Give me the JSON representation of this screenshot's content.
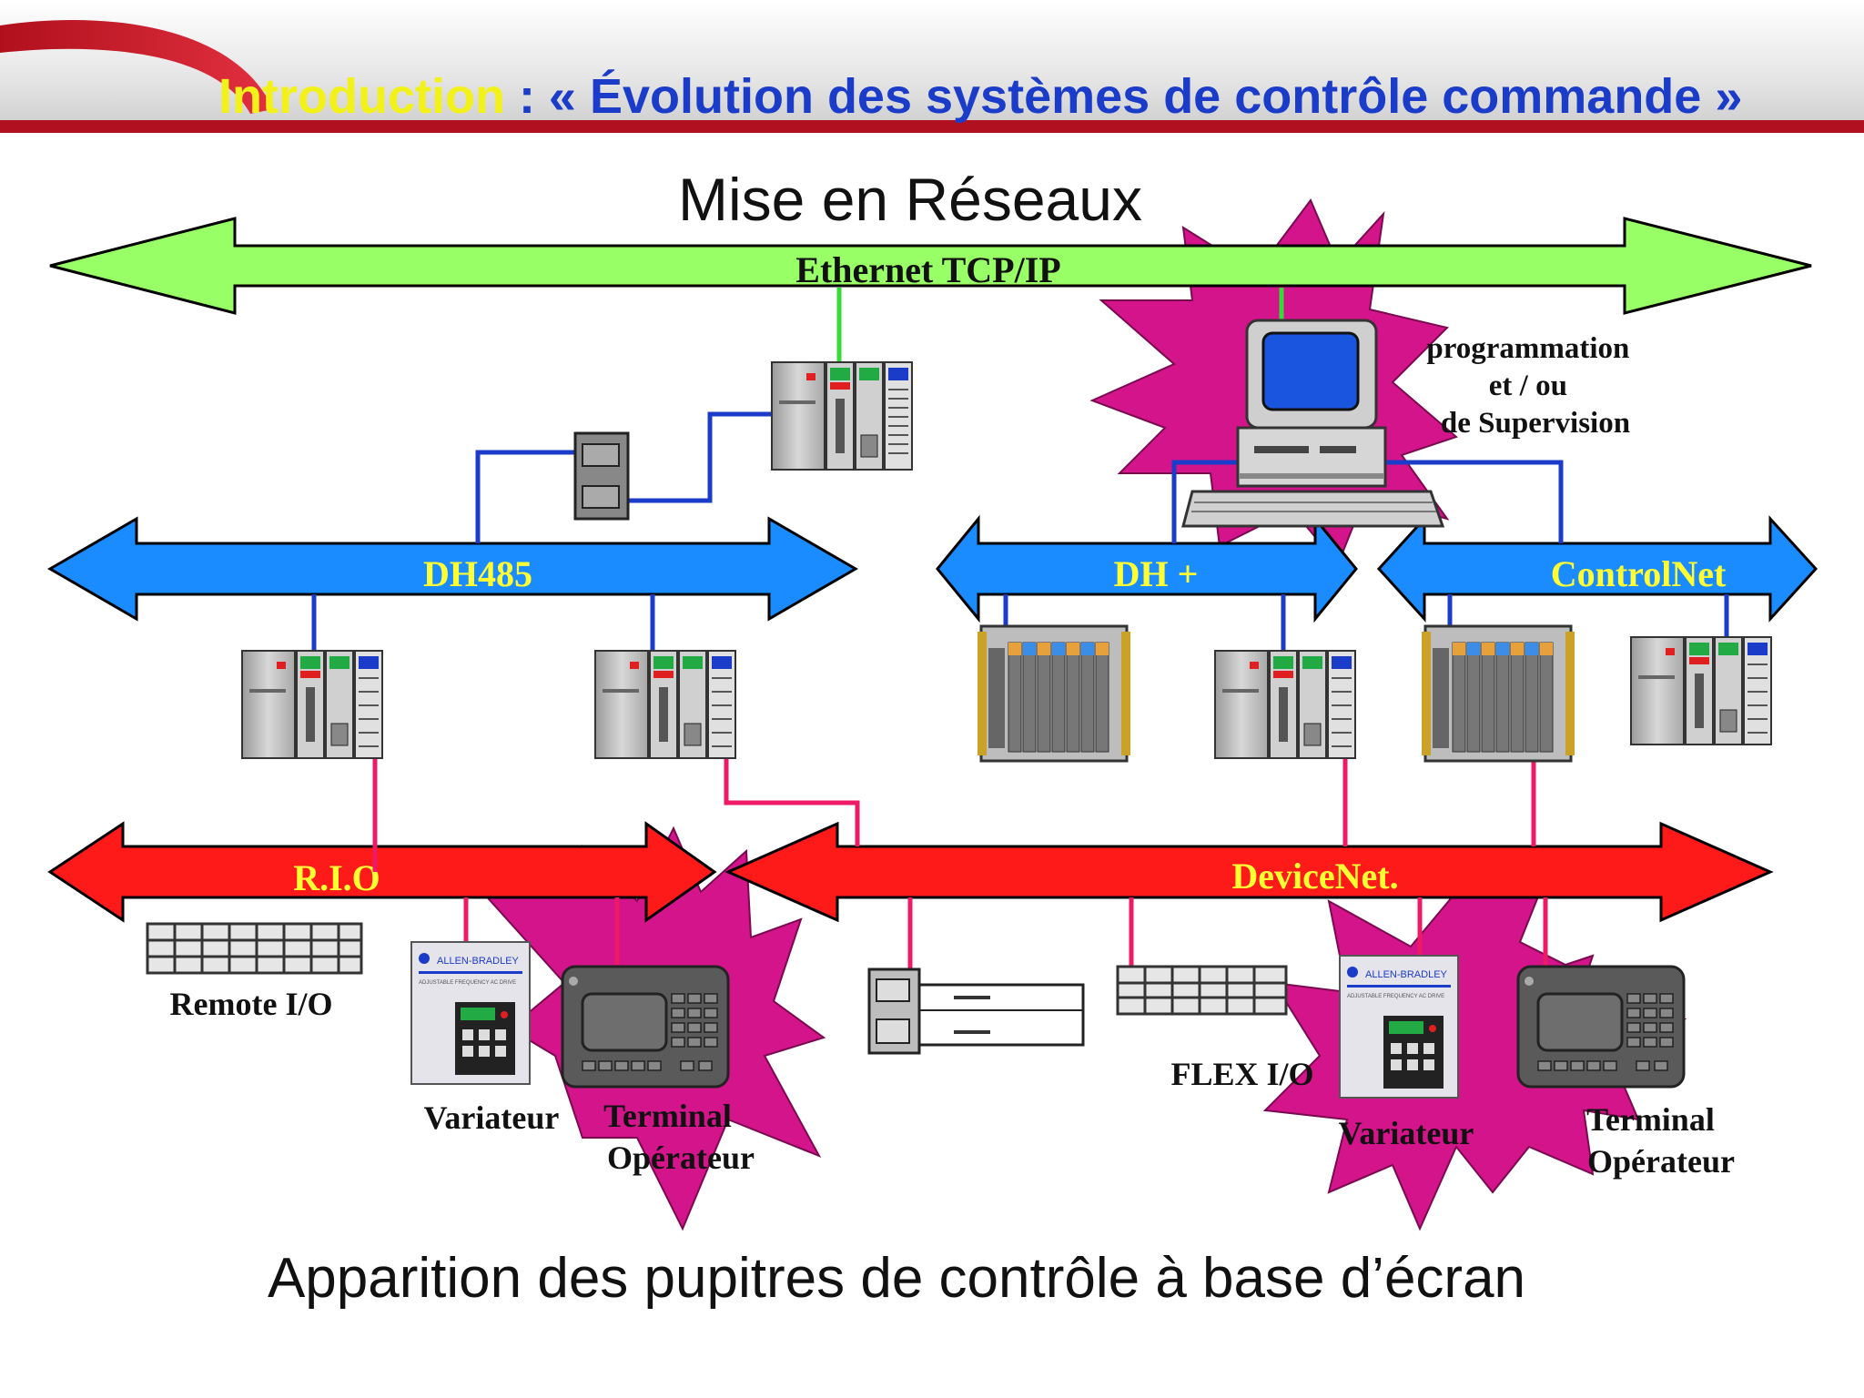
{
  "header": {
    "prefix": "Introduction",
    "title": " : « Évolution des systèmes de contrôle commande »"
  },
  "diagram": {
    "top_title": "Mise en Réseaux",
    "bottom_caption": "Apparition des pupitres de contrôle à base d’écran",
    "networks": {
      "ethernet": "Ethernet TCP/IP",
      "dh485": "DH485",
      "dhplus": "DH +",
      "controlnet": "ControlNet",
      "rio": "R.I.O",
      "devicenet": "DeviceNet."
    },
    "pc_label": [
      "programmation",
      "et / ou",
      "de Supervision"
    ],
    "devices": {
      "remote_io": "Remote I/O",
      "flex_io": "FLEX I/O",
      "variateur_left": "Variateur",
      "variateur_right": "Variateur",
      "terminal_left": [
        "Terminal",
        "Opérateur"
      ],
      "terminal_right": [
        "Terminal",
        "Opérateur"
      ],
      "drive_brand": "ALLEN-BRADLEY",
      "drive_subtitle": "ADJUSTABLE FREQUENCY AC DRIVE"
    }
  },
  "colors": {
    "header_text": "#1a3cc8",
    "header_prefix": "#f2f21a",
    "ethernet": "#99ff66",
    "dh_blue": "#1a8cff",
    "rio_red": "#ff1a1a",
    "bus_label_yellow": "#ffff33",
    "burst": "#d4148a",
    "wire_blue": "#1a3cc8",
    "wire_green": "#33dd33",
    "wire_pink": "#ee1a66"
  }
}
